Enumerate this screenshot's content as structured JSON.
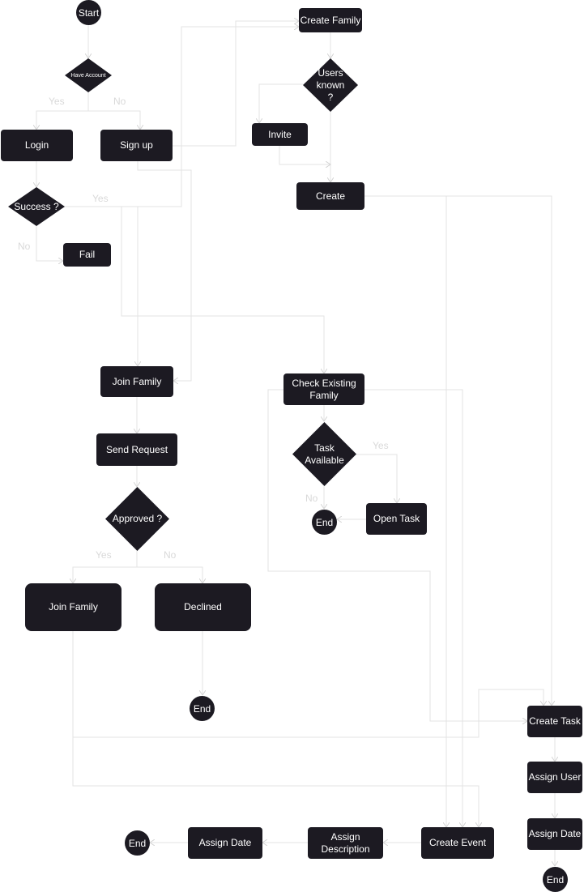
{
  "start": "Start",
  "end": "End",
  "have_account": "Have Account",
  "yes": "Yes",
  "no": "No",
  "login": "Login",
  "sign_up": "Sign up",
  "success": "Success ?",
  "fail": "Fail",
  "create_family": "Create Family",
  "users_known": "Users known ?",
  "invite": "Invite",
  "create": "Create",
  "join_family": "Join Family",
  "send_request": "Send Request",
  "approved": "Approved ?",
  "declined": "Declined",
  "check_existing_family": "Check Existing Family",
  "task_available": "Task Available",
  "open_task": "Open Task",
  "create_task": "Create Task",
  "assign_user": "Assign User",
  "assign_date": "Assign Date",
  "create_event": "Create Event",
  "assign_description": "Assign Description"
}
